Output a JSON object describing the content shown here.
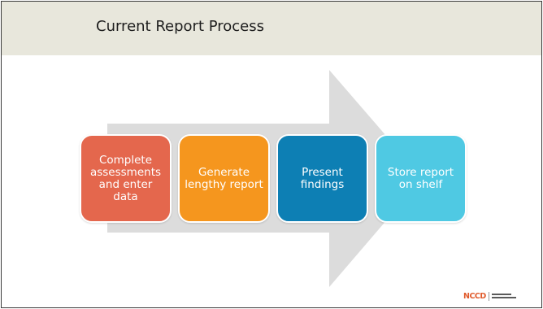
{
  "slide": {
    "title": "Current Report Process"
  },
  "steps": [
    {
      "label": "Complete assessments and enter data",
      "color": "#e4674d"
    },
    {
      "label": "Generate lengthy report",
      "color": "#f5961e"
    },
    {
      "label": "Present findings",
      "color": "#0d7fb4"
    },
    {
      "label": "Store report on shelf",
      "color": "#4fc9e3"
    }
  ],
  "arrow": {
    "color": "#dcdcdc"
  },
  "footer": {
    "logo_text": "NCCD",
    "logo_color": "#e05a2b"
  }
}
